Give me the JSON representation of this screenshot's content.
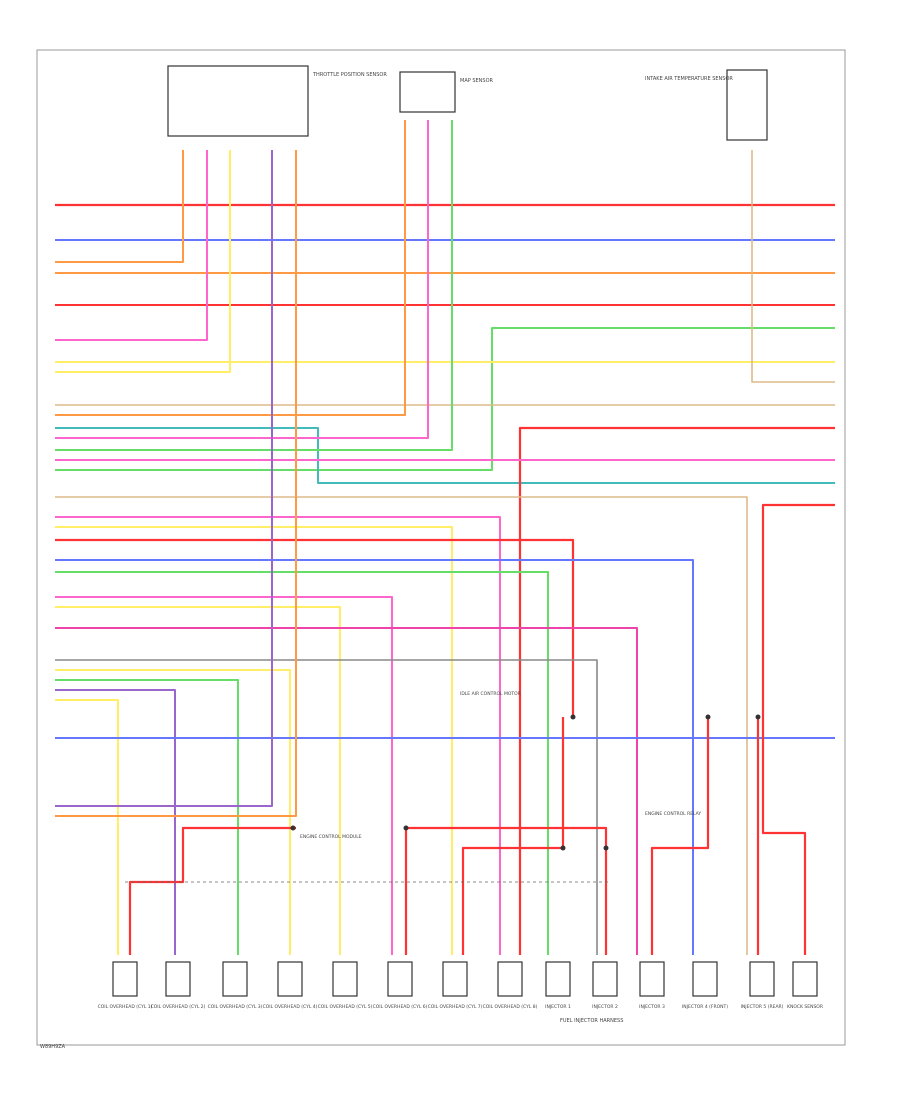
{
  "page": {
    "id_code": "W89H9ZA"
  },
  "components": {
    "top_left_label": "THROTTLE POSITION SENSOR",
    "top_mid_label": "MAP SENSOR",
    "top_right_label": "INTAKE AIR TEMPERATURE SENSOR",
    "mid_label_1": "ENGINE CONTROL MODULE",
    "mid_label_2": "IDLE AIR CONTROL MOTOR",
    "mid_label_3": "ENGINE CONTROL RELAY"
  },
  "bottom_components": [
    {
      "name": "COIL",
      "label": "COIL OVERHEAD (CYL 1)"
    },
    {
      "name": "COIL",
      "label": "COIL OVERHEAD (CYL 2)"
    },
    {
      "name": "COIL",
      "label": "COIL OVERHEAD (CYL 3)"
    },
    {
      "name": "COIL",
      "label": "COIL OVERHEAD (CYL 4)"
    },
    {
      "name": "COIL",
      "label": "COIL OVERHEAD (CYL 5)"
    },
    {
      "name": "COIL",
      "label": "COIL OVERHEAD (CYL 6)"
    },
    {
      "name": "COIL",
      "label": "COIL OVERHEAD (CYL 7)"
    },
    {
      "name": "COIL",
      "label": "COIL OVERHEAD (CYL 8)"
    },
    {
      "name": "INJ",
      "label": "INJECTOR 1"
    },
    {
      "name": "INJ",
      "label": "INJECTOR 2"
    },
    {
      "name": "INJ",
      "label": "INJECTOR 3"
    },
    {
      "name": "INJ",
      "label": "INJECTOR 4 (FRONT)"
    },
    {
      "name": "INJ",
      "label": "INJECTOR 5 (REAR)"
    },
    {
      "name": "SENSOR",
      "label": "KNOCK SENSOR"
    }
  ],
  "footer_label": "FUEL INJECTOR HARNESS",
  "wire_colors": {
    "red": "#ff3333",
    "pink": "#ff66cc",
    "blue": "#6677ff",
    "orange": "#ff9944",
    "yellow": "#ffee66",
    "green": "#66dd66",
    "violet": "#9966cc",
    "gray": "#888888",
    "tan": "#ddbb88",
    "magenta": "#ee44aa",
    "teal": "#44bbbb"
  }
}
